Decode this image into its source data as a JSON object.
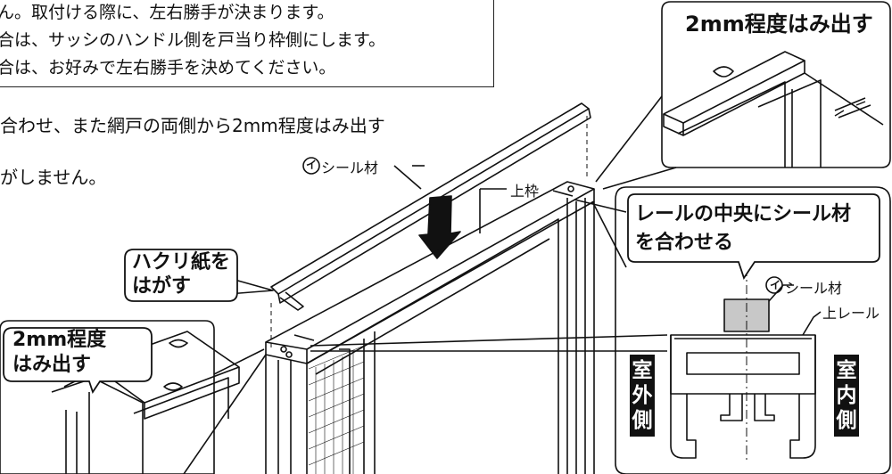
{
  "notes": {
    "line1": "ん。取付ける際に、左右勝手が決まります。",
    "line2": "合は、サッシのハンドル側を戸当り枠側にします。",
    "line3": "合は、お好みで左右勝手を決めてください。"
  },
  "body_text": {
    "line1": "合わせ、また網戸の両側から2mm程度はみ出す",
    "line2": "がしません。"
  },
  "labels": {
    "seal_top": "シール材",
    "seal_marker": "イ",
    "upper_frame": "上枠",
    "seal_right": "シール材",
    "upper_rail": "上レール"
  },
  "callouts": {
    "top_right": "2mm程度はみ出す",
    "peel_line1": "ハクリ紙を",
    "peel_line2": "はがす",
    "bottom_left_line1": "2mm程度",
    "bottom_left_line2": "はみ出す",
    "center_line1": "レールの中央にシール材",
    "center_line2": "を合わせる"
  },
  "side_labels": {
    "outdoor": [
      "室",
      "外",
      "側"
    ],
    "indoor": [
      "室",
      "内",
      "側"
    ]
  }
}
